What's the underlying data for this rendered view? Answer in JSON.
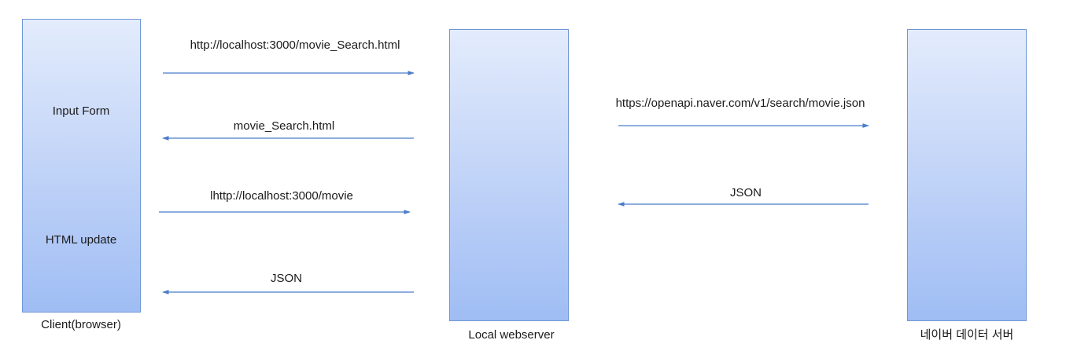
{
  "nodes": {
    "client": {
      "caption": "Client(browser)",
      "inner_top": "Input Form",
      "inner_bottom": "HTML update"
    },
    "local": {
      "caption": "Local webserver"
    },
    "naver": {
      "caption": "네이버 데이터 서버"
    }
  },
  "messages": {
    "m1": "http://localhost:3000/movie_Search.html",
    "m2": "movie_Search.html",
    "m3": "lhttp://localhost:3000/movie",
    "m4": "JSON",
    "m5": "https://openapi.naver.com/v1/search/movie.json",
    "m6": "JSON"
  },
  "colors": {
    "arrow": "#4a7cc9",
    "box_border": "#6f97d6",
    "box_top": "#e3ecfc",
    "box_bottom": "#9fbdf4"
  }
}
